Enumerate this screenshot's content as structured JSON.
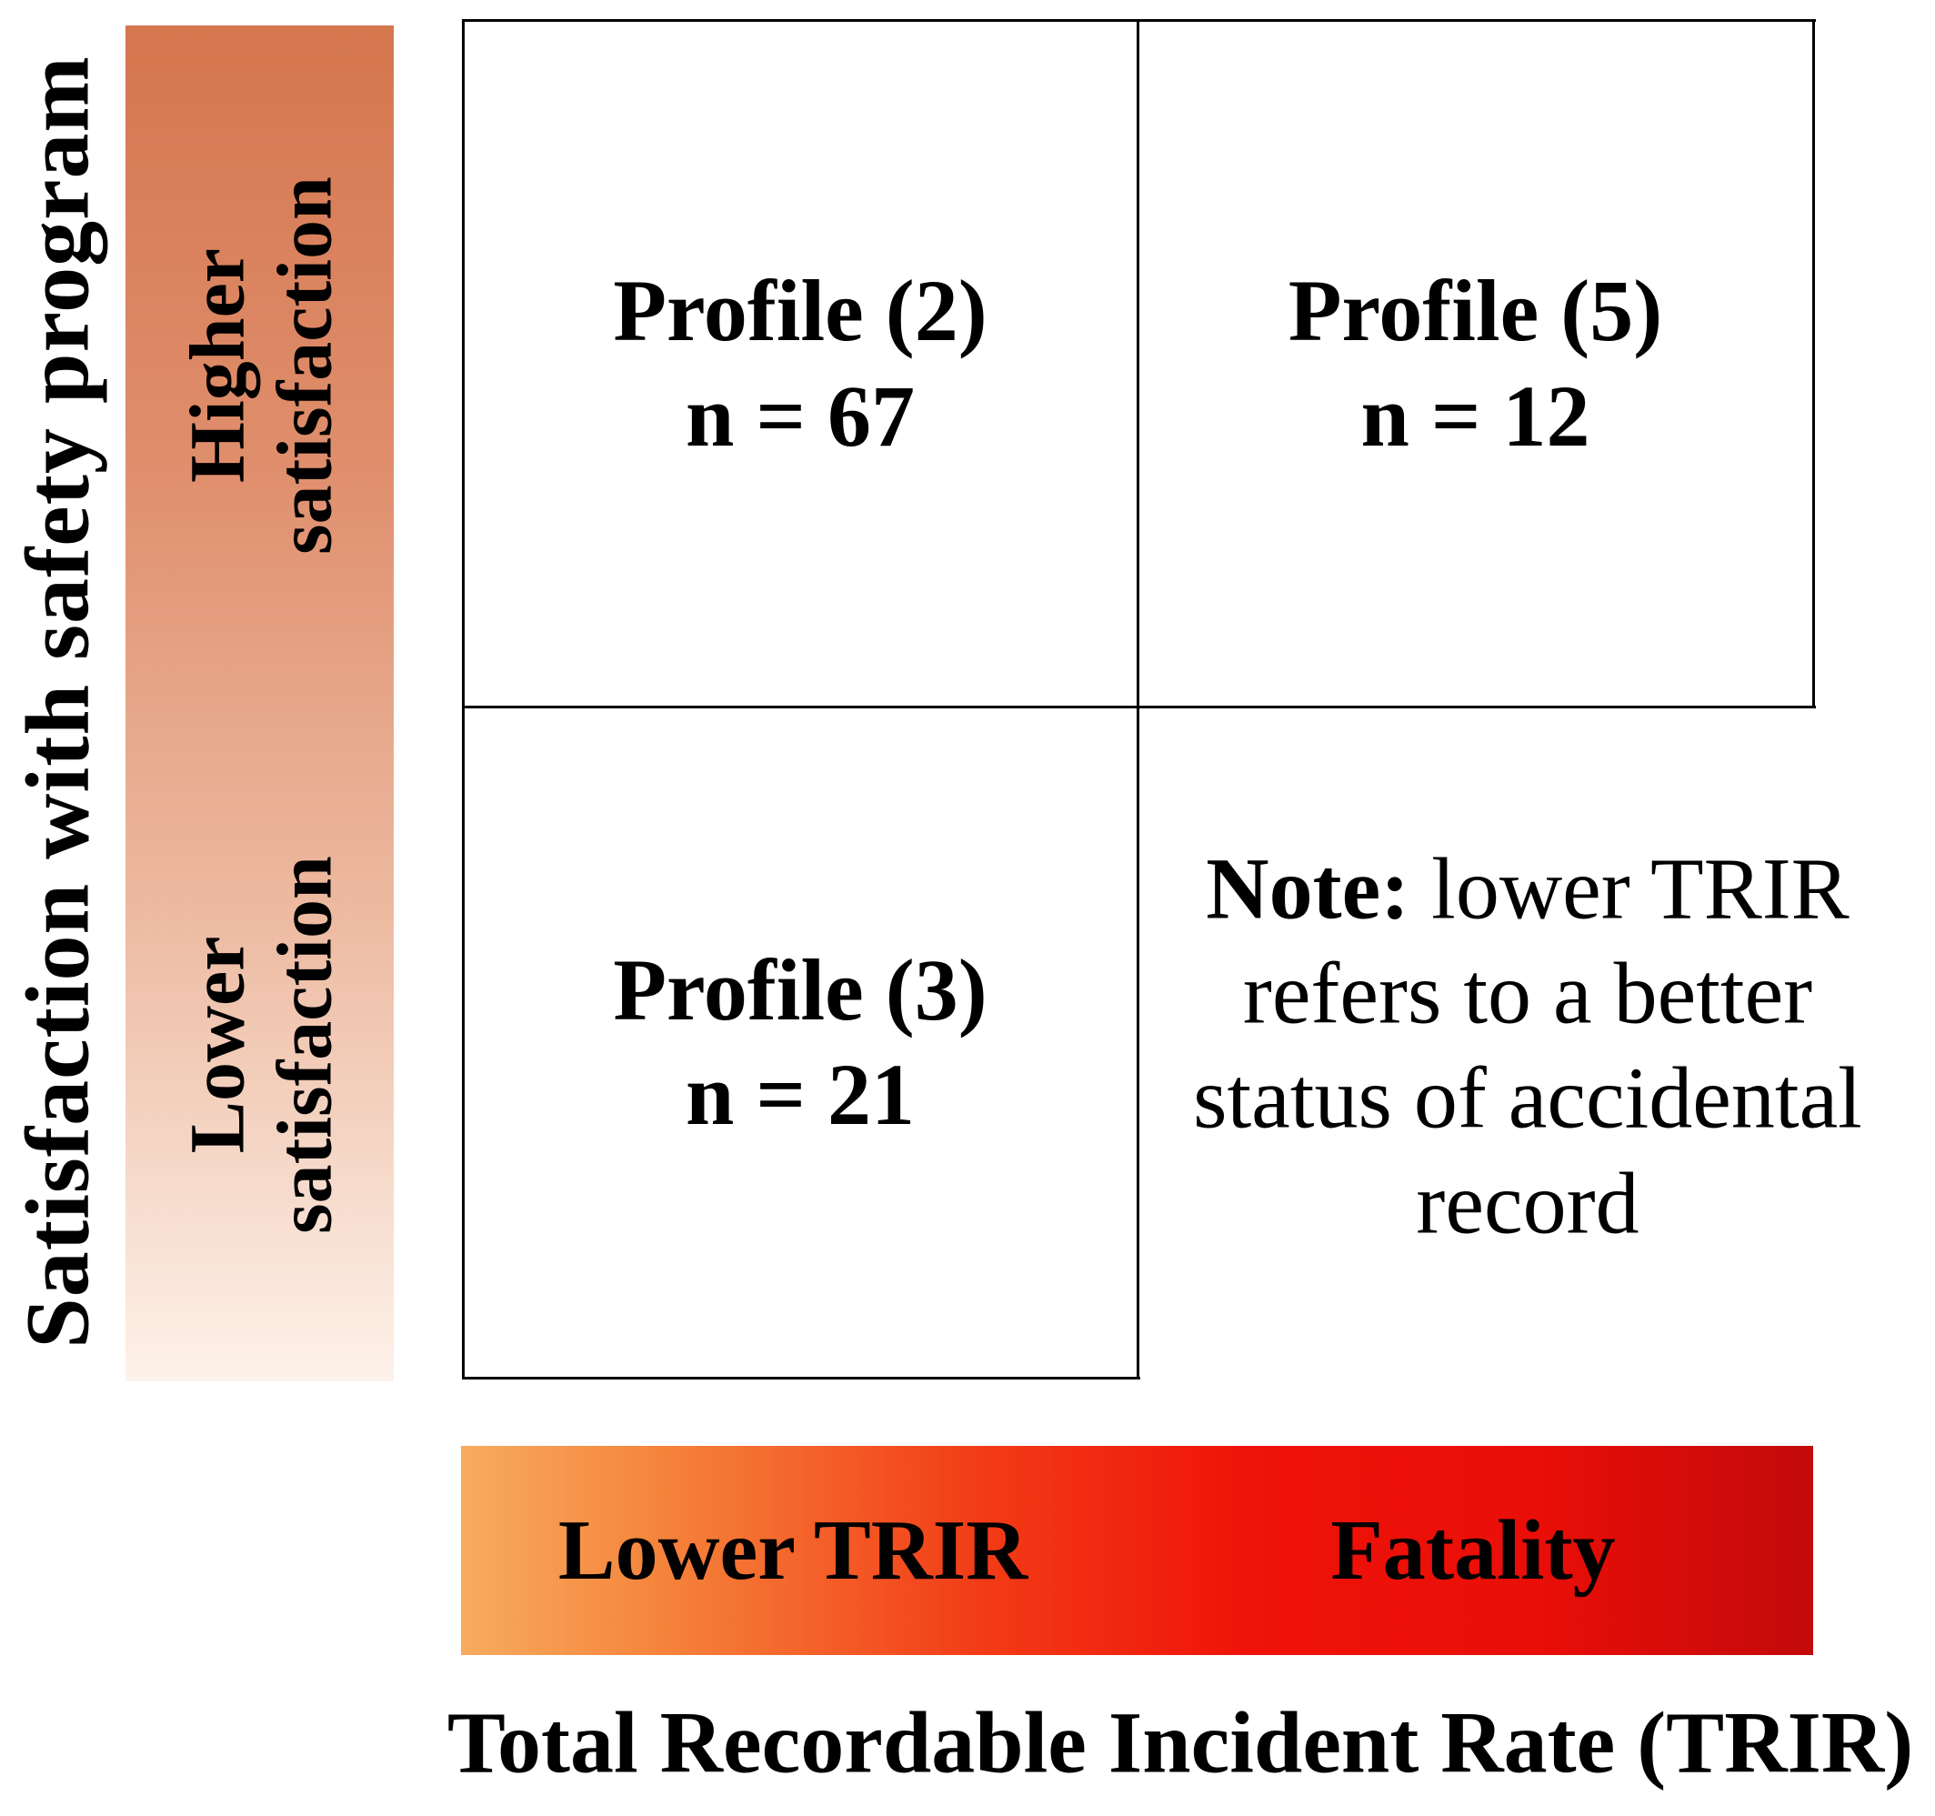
{
  "y_axis": {
    "title": "Satisfaction with safety program",
    "higher_label": [
      "Higher",
      "satisfaction"
    ],
    "lower_label": [
      "Lower",
      "satisfaction"
    ],
    "gradient": [
      "#D4764E 0%",
      "#DF8E6C 32%",
      "#EDBBA2 66%",
      "#FDF2EA 100%"
    ]
  },
  "x_axis": {
    "title": "Total Recordable Incident Rate (TRIR)",
    "low_label": "Lower TRIR",
    "high_label": "Fatality",
    "gradient": [
      "#F7AC5F 0%",
      "#F5833B 15%",
      "#F23D17 38%",
      "#EF1309 58%",
      "#E90E08 80%",
      "#C20A0B 100%"
    ]
  },
  "quadrants": {
    "top_left": {
      "title": "Profile (2)",
      "n": "n = 67"
    },
    "top_right": {
      "title": "Profile (5)",
      "n": "n = 12"
    },
    "bottom_left": {
      "title": "Profile (3)",
      "n": "n = 21"
    }
  },
  "note": {
    "prefix": "Note:",
    "line1_rest": " lower TRIR",
    "line2": "refers to a better",
    "line3": "status of accidental",
    "line4": "record"
  },
  "colors": {
    "grid_line": "#000000",
    "text": "#000000",
    "background": "#FFFFFF"
  }
}
